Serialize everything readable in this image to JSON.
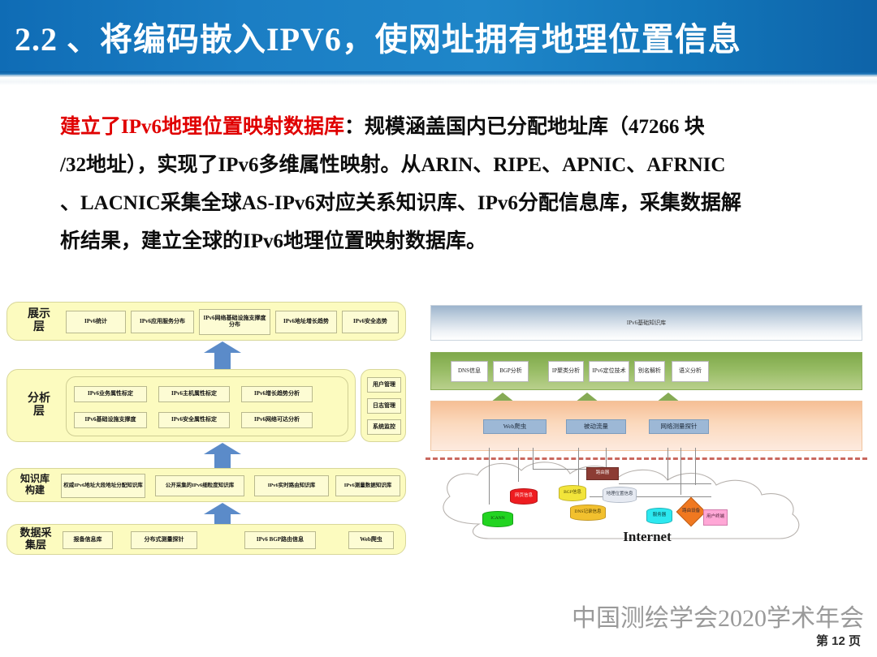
{
  "header": {
    "title": "2.2 、将编码嵌入IPV6，使网址拥有地理位置信息",
    "bg_color": "#1b7ec4",
    "text_color": "#ffffff"
  },
  "body": {
    "lead": "建立了IPv6地理位置映射数据库",
    "lines": [
      "：规模涵盖国内已分配地址库（47266 块",
      "/32地址），实现了IPv6多维属性映射。从ARIN、RIPE、APNIC、AFRNIC",
      "、LACNIC采集全球AS-IPv6对应关系知识库、IPv6分配信息库，采集数据解",
      "析结果，建立全球的IPv6地理位置映射数据库。"
    ],
    "lead_color": "#e00000",
    "text_color": "#0d0d0d"
  },
  "architecture": {
    "accent_arrow_color": "#5b8bc9",
    "band_fill": "#fcfbbf",
    "layers": [
      {
        "label": "展示\n层",
        "items": [
          "IPv6统计",
          "IPv6应用服务分布",
          "IPv6网络基础设施支撑度分布",
          "IPv6地址增长趋势",
          "IPv6安全态势"
        ]
      },
      {
        "label": "分析\n层",
        "items": [
          "IPv6业务属性标定",
          "IPv6主机属性标定",
          "IPv6增长趋势分析",
          "IPv6基础设施支撑度",
          "IPv6安全属性标定",
          "IPv6网络可达分析"
        ]
      },
      {
        "label": "知识库\n构建",
        "items": [
          "权威IPv6地址大段地址分配知识库",
          "公开采集的IPv6细粒度知识库",
          "IPv6实时路由知识库",
          "IPv6测量数据知识库"
        ]
      },
      {
        "label": "数据采\n集层",
        "items": [
          "报备信息库",
          "分布式测量探针",
          "IPv6 BGP路由信息",
          "Web爬虫"
        ]
      }
    ],
    "side_panel": [
      "用户管理",
      "日志管理",
      "系统监控"
    ]
  },
  "system": {
    "kb_title": "IPv6基础知识库",
    "kb_bar_color": "#9cb4cc",
    "analysis_band_color": "#7fa94a",
    "collect_band_color": "#f6bf95",
    "arrow_color": "#86ab55",
    "dash_color": "#c9685f",
    "analysis_items": [
      "DNS信息",
      "BGP分析",
      "IP聚类分析",
      "IPv6定位技术",
      "别名解析",
      "语义分析"
    ],
    "collect_items": [
      "Web爬虫",
      "被动流量",
      "网络测量探针"
    ],
    "internet_label": "Internet",
    "cloud_nodes": [
      {
        "label": "路由器",
        "color": "#8c3c34",
        "shape": "rect"
      },
      {
        "label": "网页信息",
        "color": "#ee1c20",
        "shape": "cyl"
      },
      {
        "label": "ICANN",
        "color": "#22d421",
        "shape": "cyl"
      },
      {
        "label": "BGP信息",
        "color": "#f2e43a",
        "shape": "cyl"
      },
      {
        "label": "DNS记录信息",
        "color": "#f2c02e",
        "shape": "cyl"
      },
      {
        "label": "地理位置信息",
        "color": "#e6eaf2",
        "shape": "cyl"
      },
      {
        "label": "服务器",
        "color": "#2ce8f0",
        "shape": "cyl"
      },
      {
        "label": "路由设备",
        "color": "#f07820",
        "shape": "diamond"
      },
      {
        "label": "用户终端",
        "color": "#ffa7d6",
        "shape": "poly"
      }
    ]
  },
  "footer": {
    "organization": "中国测绘学会2020学术年会",
    "page": "第 12 页"
  }
}
